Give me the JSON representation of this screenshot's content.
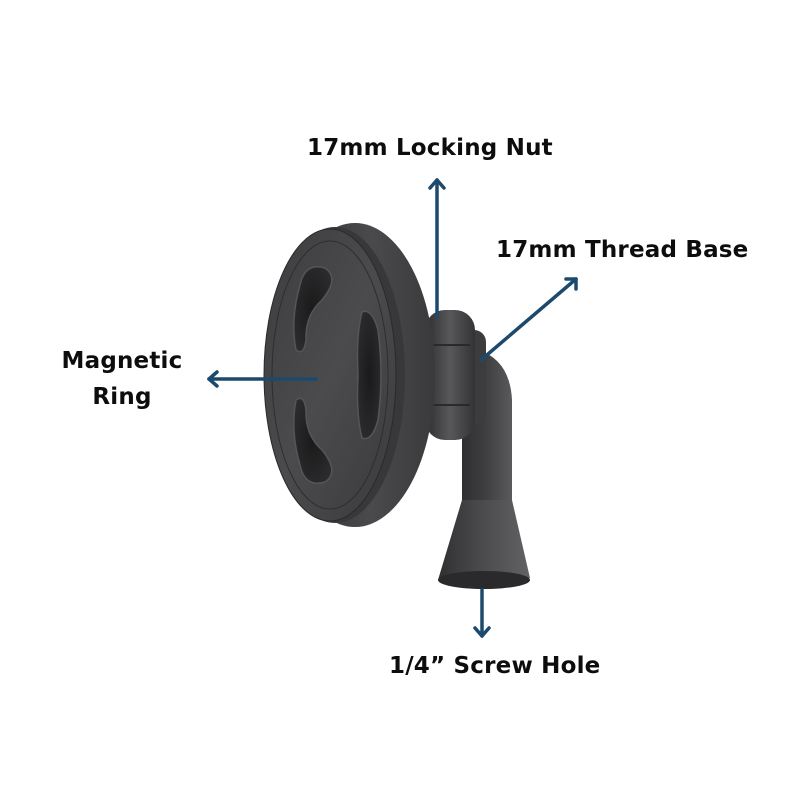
{
  "diagram": {
    "type": "product-callout",
    "subject": "magnetic mount with threaded base",
    "background": "#ffffff",
    "arrow_color": "#1b4a6e",
    "product_color": "#4a4a4c",
    "callouts": [
      {
        "id": "locking-nut",
        "label": "17mm Locking Nut",
        "direction": "up"
      },
      {
        "id": "thread-base",
        "label": "17mm Thread Base",
        "direction": "up-right"
      },
      {
        "id": "magnetic-ring",
        "label_lines": [
          "Magnetic",
          "Ring"
        ],
        "direction": "left"
      },
      {
        "id": "screw-hole",
        "label": "1/4” Screw Hole",
        "direction": "down"
      }
    ]
  }
}
